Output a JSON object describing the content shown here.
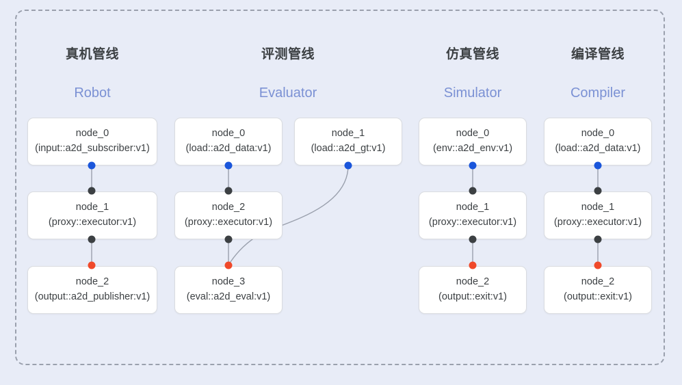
{
  "diagram": {
    "background_color": "#e8ecf7",
    "container_border_color": "#9aa0ad",
    "title_color": "#3c4043",
    "subtitle_color": "#7b91d4",
    "port_colors": {
      "output_blue": "#1a56db",
      "passthrough_dark": "#3c4043",
      "input_red": "#f0492a"
    },
    "columns": [
      {
        "id": "robot",
        "title": "真机管线",
        "subtitle": "Robot",
        "nodes": [
          {
            "name": "node_0",
            "type": "(input::a2d_subscriber:v1)"
          },
          {
            "name": "node_1",
            "type": "(proxy::executor:v1)"
          },
          {
            "name": "node_2",
            "type": "(output::a2d_publisher:v1)"
          }
        ]
      },
      {
        "id": "evaluator",
        "title": "评测管线",
        "subtitle": "Evaluator",
        "nodes": [
          {
            "name": "node_0",
            "type": "(load::a2d_data:v1)"
          },
          {
            "name": "node_1",
            "type": "(load::a2d_gt:v1)"
          },
          {
            "name": "node_2",
            "type": "(proxy::executor:v1)"
          },
          {
            "name": "node_3",
            "type": "(eval::a2d_eval:v1)"
          }
        ]
      },
      {
        "id": "simulator",
        "title": "仿真管线",
        "subtitle": "Simulator",
        "nodes": [
          {
            "name": "node_0",
            "type": "(env::a2d_env:v1)"
          },
          {
            "name": "node_1",
            "type": "(proxy::executor:v1)"
          },
          {
            "name": "node_2",
            "type": "(output::exit:v1)"
          }
        ]
      },
      {
        "id": "compiler",
        "title": "编译管线",
        "subtitle": "Compiler",
        "nodes": [
          {
            "name": "node_0",
            "type": "(load::a2d_data:v1)"
          },
          {
            "name": "node_1",
            "type": "(proxy::executor:v1)"
          },
          {
            "name": "node_2",
            "type": "(output::exit:v1)"
          }
        ]
      }
    ]
  }
}
